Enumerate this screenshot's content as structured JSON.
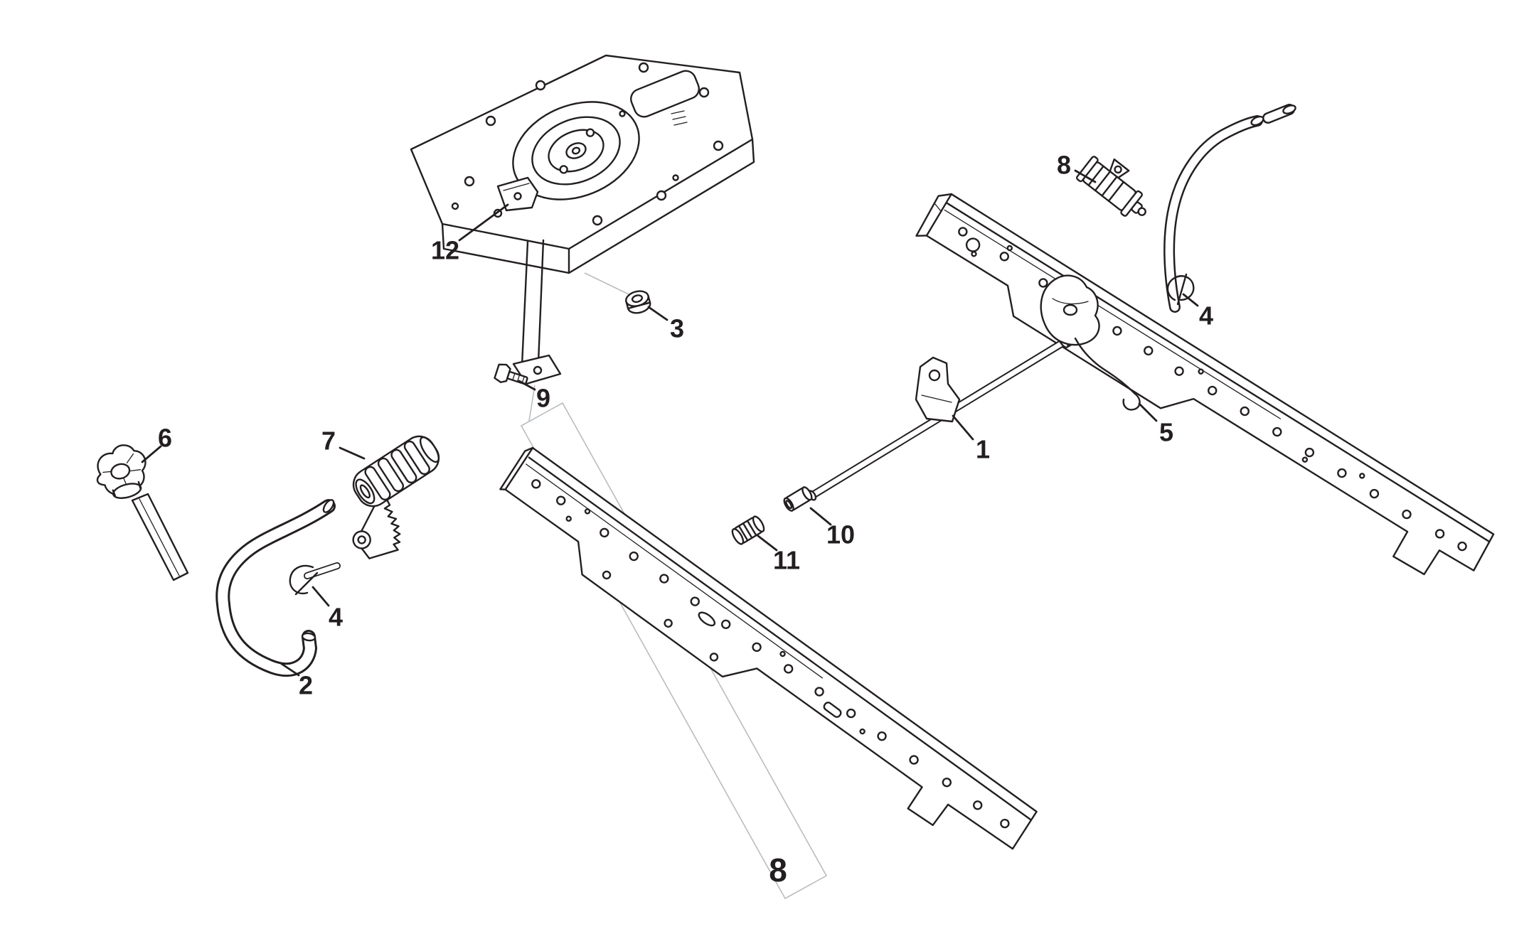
{
  "page": {
    "number": "8",
    "background": "#ffffff",
    "line_color": "#231f20"
  },
  "callouts": [
    "12",
    "3",
    "9",
    "6",
    "7",
    "4",
    "2",
    "1",
    "5",
    "10",
    "11",
    "8",
    "4"
  ]
}
